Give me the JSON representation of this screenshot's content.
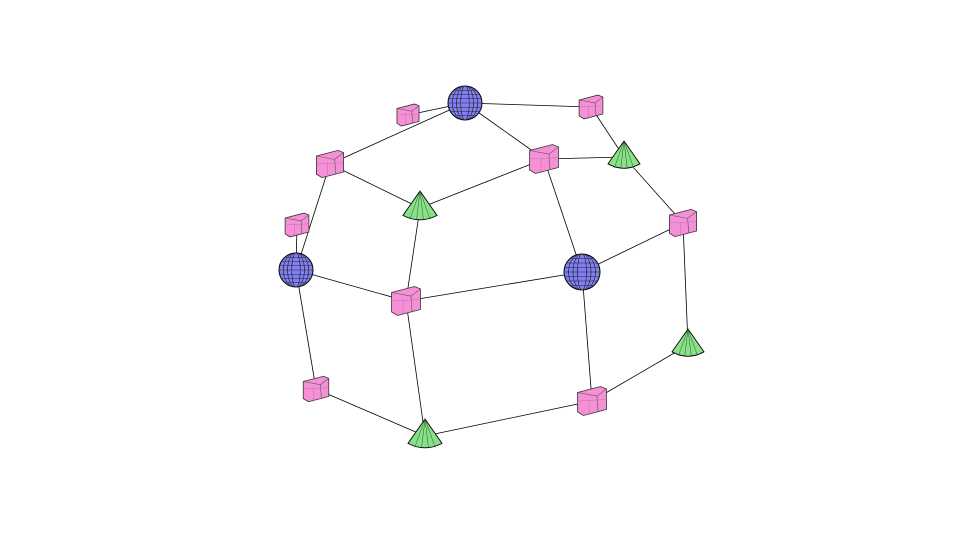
{
  "colors": {
    "background": "#ffffff",
    "sphere": "#8080f0",
    "cube": "#f58fd6",
    "cone": "#88e088",
    "edge": "#000000"
  },
  "nodes": [
    {
      "id": "s1",
      "shape": "sphere"
    },
    {
      "id": "s2",
      "shape": "sphere"
    },
    {
      "id": "s3",
      "shape": "sphere"
    },
    {
      "id": "c1",
      "shape": "cube"
    },
    {
      "id": "c2",
      "shape": "cube"
    },
    {
      "id": "c3",
      "shape": "cube"
    },
    {
      "id": "c4",
      "shape": "cube"
    },
    {
      "id": "c5",
      "shape": "cube"
    },
    {
      "id": "c6",
      "shape": "cube"
    },
    {
      "id": "c7",
      "shape": "cube"
    },
    {
      "id": "c8",
      "shape": "cube"
    },
    {
      "id": "c9",
      "shape": "cube"
    },
    {
      "id": "k1",
      "shape": "cone"
    },
    {
      "id": "k2",
      "shape": "cone"
    },
    {
      "id": "k3",
      "shape": "cone"
    },
    {
      "id": "k4",
      "shape": "cone"
    }
  ],
  "edges": [
    [
      "s1",
      "c1"
    ],
    [
      "s1",
      "c2"
    ],
    [
      "s1",
      "c5"
    ],
    [
      "s1",
      "c4"
    ],
    [
      "c2",
      "k1"
    ],
    [
      "c2",
      "s2"
    ],
    [
      "c3",
      "s2"
    ],
    [
      "k1",
      "c4"
    ],
    [
      "k1",
      "c7"
    ],
    [
      "s2",
      "c7"
    ],
    [
      "s2",
      "c8"
    ],
    [
      "c4",
      "k2"
    ],
    [
      "c4",
      "s3"
    ],
    [
      "c5",
      "k2"
    ],
    [
      "k2",
      "c6"
    ],
    [
      "c6",
      "s3"
    ],
    [
      "c6",
      "k3"
    ],
    [
      "s3",
      "c7"
    ],
    [
      "s3",
      "c9"
    ],
    [
      "c9",
      "k3"
    ],
    [
      "c9",
      "k4"
    ],
    [
      "c7",
      "k4"
    ],
    [
      "c8",
      "k4"
    ]
  ]
}
